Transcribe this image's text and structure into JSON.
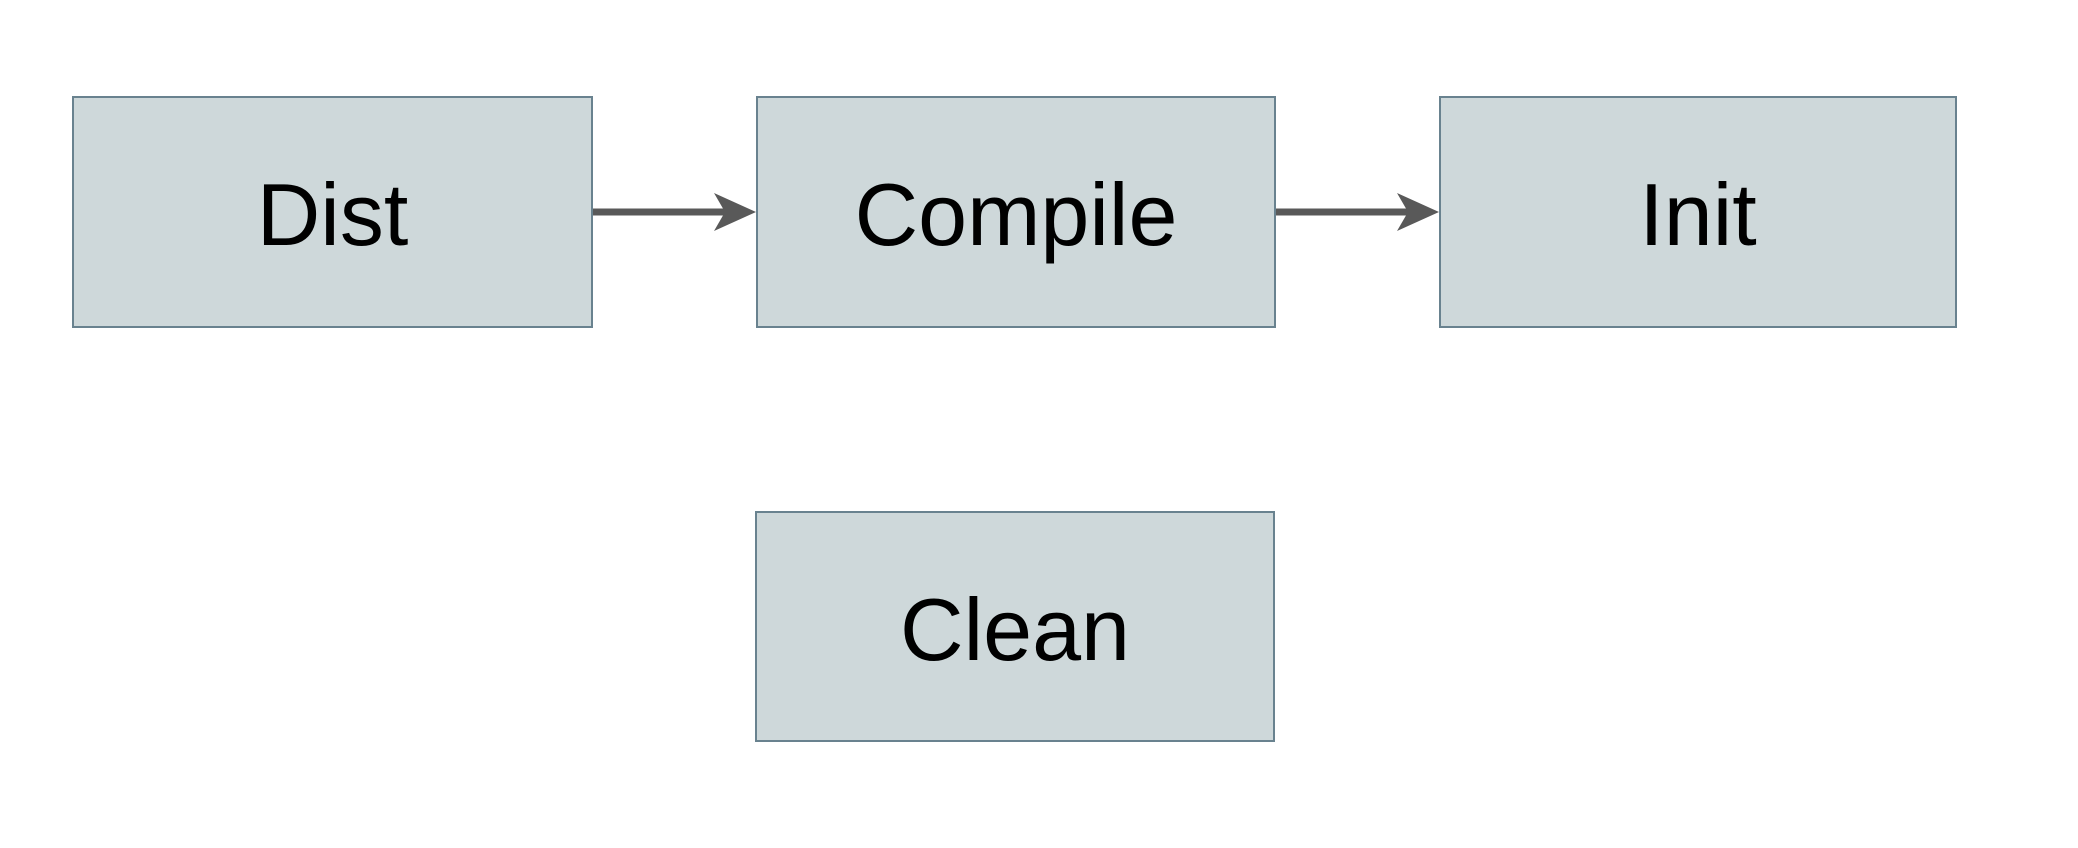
{
  "diagram": {
    "nodes": [
      {
        "id": "dist",
        "label": "Dist"
      },
      {
        "id": "compile",
        "label": "Compile"
      },
      {
        "id": "init",
        "label": "Init"
      },
      {
        "id": "clean",
        "label": "Clean"
      }
    ],
    "edges": [
      {
        "from": "dist",
        "to": "compile",
        "style": "arrow-right"
      },
      {
        "from": "compile",
        "to": "init",
        "style": "arrow-right"
      }
    ],
    "colors": {
      "node_fill": "#ced8da",
      "node_border": "#69828f",
      "arrow": "#595959",
      "text": "#000000",
      "background": "#ffffff"
    }
  }
}
